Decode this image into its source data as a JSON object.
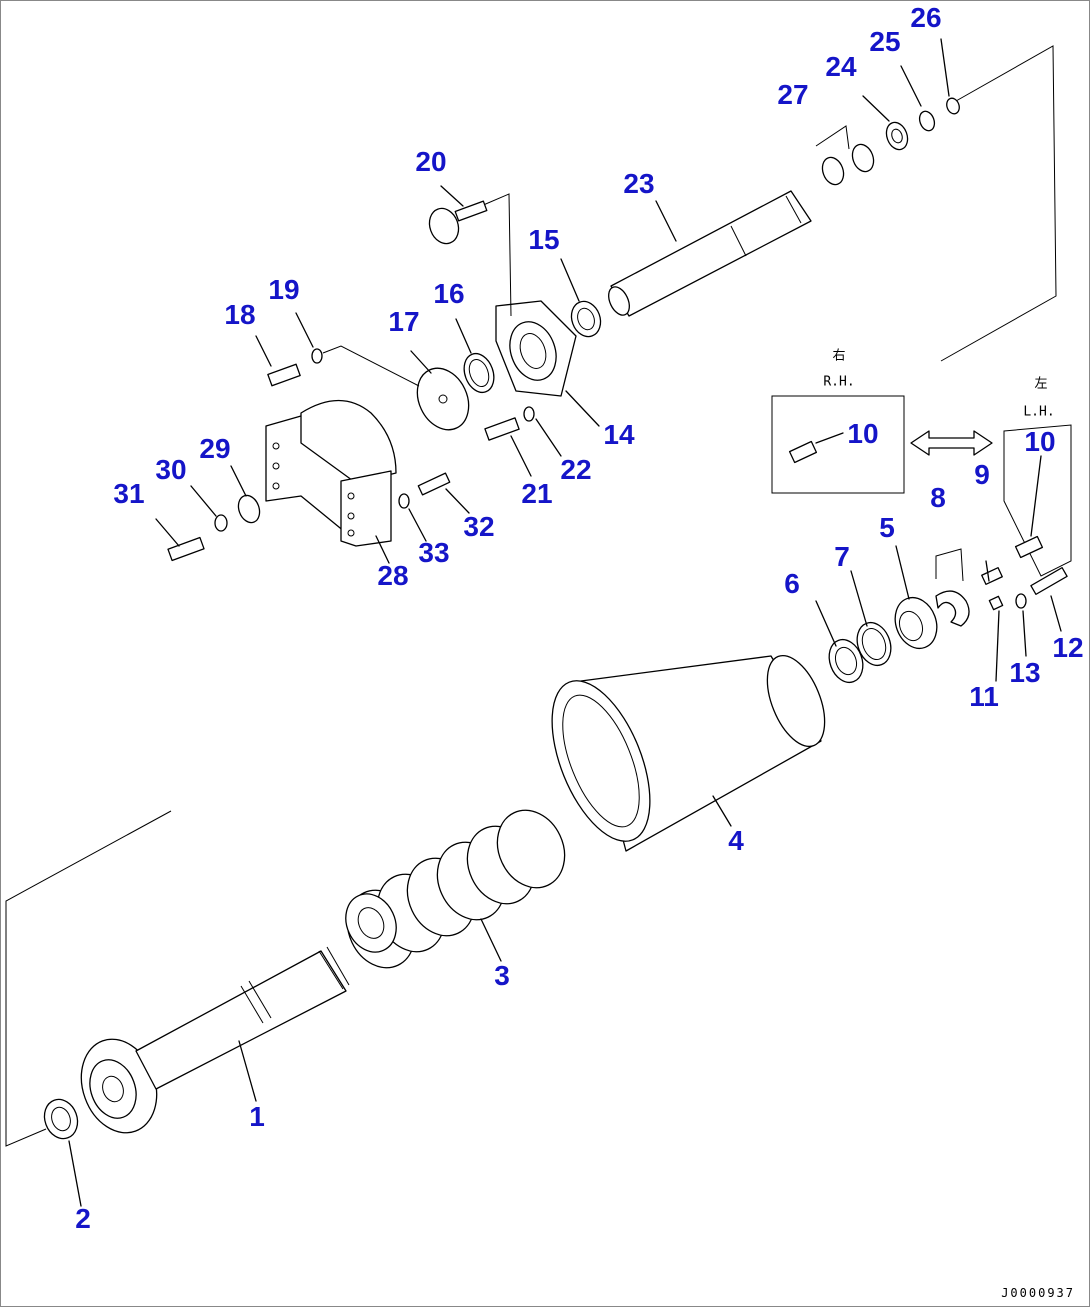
{
  "colors": {
    "callout": "#1515c8",
    "line": "#000000",
    "background": "#ffffff"
  },
  "parts": [
    {
      "id": "p1",
      "label": "1"
    },
    {
      "id": "p2",
      "label": "2"
    },
    {
      "id": "p3",
      "label": "3"
    },
    {
      "id": "p4",
      "label": "4"
    },
    {
      "id": "p5",
      "label": "5"
    },
    {
      "id": "p6",
      "label": "6"
    },
    {
      "id": "p7",
      "label": "7"
    },
    {
      "id": "p8",
      "label": "8"
    },
    {
      "id": "p9",
      "label": "9"
    },
    {
      "id": "p10a",
      "label": "10"
    },
    {
      "id": "p10b",
      "label": "10"
    },
    {
      "id": "p11",
      "label": "11"
    },
    {
      "id": "p12",
      "label": "12"
    },
    {
      "id": "p13",
      "label": "13"
    },
    {
      "id": "p14",
      "label": "14"
    },
    {
      "id": "p15",
      "label": "15"
    },
    {
      "id": "p16",
      "label": "16"
    },
    {
      "id": "p17",
      "label": "17"
    },
    {
      "id": "p18",
      "label": "18"
    },
    {
      "id": "p19",
      "label": "19"
    },
    {
      "id": "p20",
      "label": "20"
    },
    {
      "id": "p21",
      "label": "21"
    },
    {
      "id": "p22",
      "label": "22"
    },
    {
      "id": "p23",
      "label": "23"
    },
    {
      "id": "p24",
      "label": "24"
    },
    {
      "id": "p25",
      "label": "25"
    },
    {
      "id": "p26",
      "label": "26"
    },
    {
      "id": "p27",
      "label": "27"
    },
    {
      "id": "p28",
      "label": "28"
    },
    {
      "id": "p29",
      "label": "29"
    },
    {
      "id": "p30",
      "label": "30"
    },
    {
      "id": "p31",
      "label": "31"
    },
    {
      "id": "p32",
      "label": "32"
    },
    {
      "id": "p33",
      "label": "33"
    }
  ],
  "side_labels": {
    "right_kanji": "右",
    "right": "R.H.",
    "left_kanji": "左",
    "left": "L.H."
  },
  "drawing_number": "J0000937"
}
